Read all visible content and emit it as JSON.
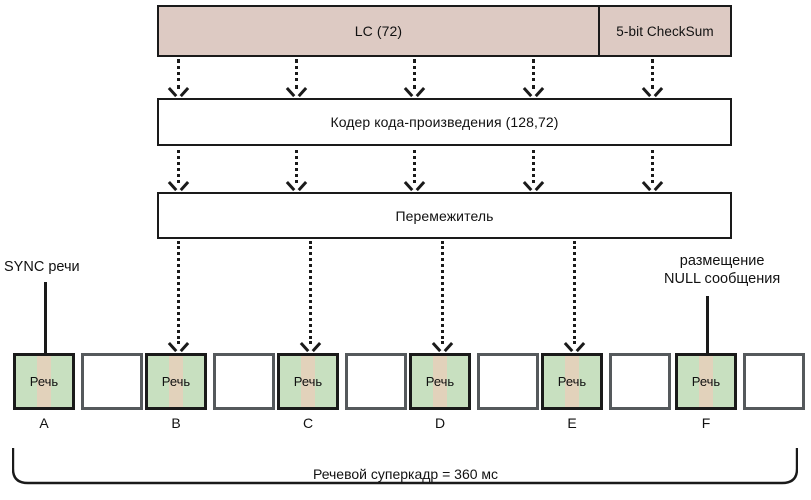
{
  "diagram": {
    "title_text": "Речевой суперкадр = 360 мс",
    "blocks": {
      "lc": "LC (72)",
      "checksum": "5-bit CheckSum",
      "encoder": "Кодер кода-произведения (128,72)",
      "interleaver": "Перемежитель"
    },
    "annotations": {
      "sync": "SYNC речи",
      "null_line1": "размещение",
      "null_line2": "NULL сообщения"
    },
    "frames": [
      {
        "type": "speech",
        "caption": "Речь",
        "label": "A"
      },
      {
        "type": "empty",
        "caption": "",
        "label": ""
      },
      {
        "type": "speech",
        "caption": "Речь",
        "label": "B"
      },
      {
        "type": "empty",
        "caption": "",
        "label": ""
      },
      {
        "type": "speech",
        "caption": "Речь",
        "label": "C"
      },
      {
        "type": "empty",
        "caption": "",
        "label": ""
      },
      {
        "type": "speech",
        "caption": "Речь",
        "label": "D"
      },
      {
        "type": "empty",
        "caption": "",
        "label": ""
      },
      {
        "type": "speech",
        "caption": "Речь",
        "label": "E"
      },
      {
        "type": "empty",
        "caption": "",
        "label": ""
      },
      {
        "type": "speech",
        "caption": "Речь",
        "label": "F"
      },
      {
        "type": "empty",
        "caption": "",
        "label": ""
      }
    ],
    "colors": {
      "lc_fill": "#ddcac3",
      "speech_fill": "#c8e0c0",
      "speech_stripe": "#e2d2bb",
      "empty_border": "#55595c",
      "line": "#1a1a1a",
      "background": "#ffffff"
    }
  }
}
